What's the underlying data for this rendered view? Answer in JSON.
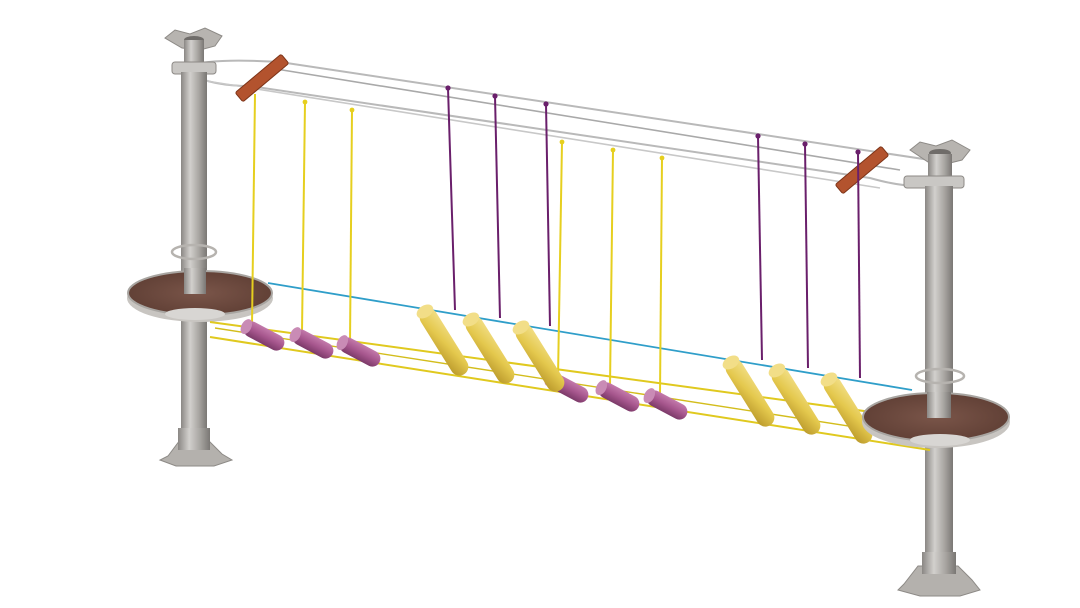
{
  "scene": {
    "subject": "rope-course-element",
    "colors": {
      "background": "#ffffff",
      "pole": "#a9a6a2",
      "pole_shade": "#7f7c79",
      "pole_light": "#d4d2cf",
      "platform_top": "#6e4a3f",
      "platform_rim": "#bdbab6",
      "cable": "#b8b8b8",
      "yellow_rope": "#e6cf1f",
      "purple_rope": "#6a1f6b",
      "yellow_log": "#e8cc55",
      "purple_log": "#a7578e",
      "red_clamp": "#b3532e",
      "blue_line": "#2f9ec9"
    },
    "elements": {
      "poles": 2,
      "platforms": 2,
      "yellow_logs": 6,
      "purple_logs": 6,
      "clamps": 2
    }
  }
}
